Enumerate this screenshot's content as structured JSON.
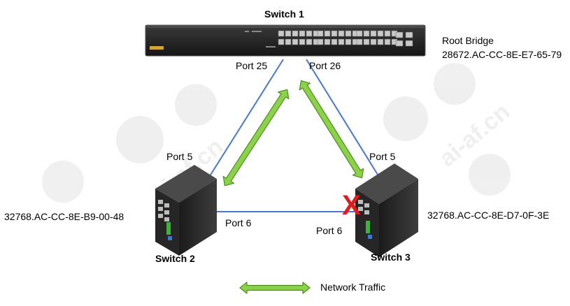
{
  "switch1": {
    "name": "Switch 1",
    "role": "Root  Bridge",
    "bridge_id": "28672.AC-CC-8E-E7-65-79",
    "port_left": "Port 25",
    "port_right": "Port 26"
  },
  "switch2": {
    "name": "Switch 2",
    "bridge_id": "32768.AC-CC-8E-B9-00-48",
    "port_top": "Port 5",
    "port_side": "Port 6"
  },
  "switch3": {
    "name": "Switch 3",
    "bridge_id": "32768.AC-CC-8E-D7-0F-3E",
    "port_top": "Port 5",
    "port_side": "Port 6",
    "blocked_mark": "X"
  },
  "legend": {
    "label": "Network Traffic"
  },
  "watermark": {
    "text": "ai-af.cn"
  },
  "colors": {
    "link": "#4a78c8",
    "traffic_fill": "#8cd14a",
    "traffic_stroke": "#4f8d22",
    "blocked": "#e11b1b"
  }
}
